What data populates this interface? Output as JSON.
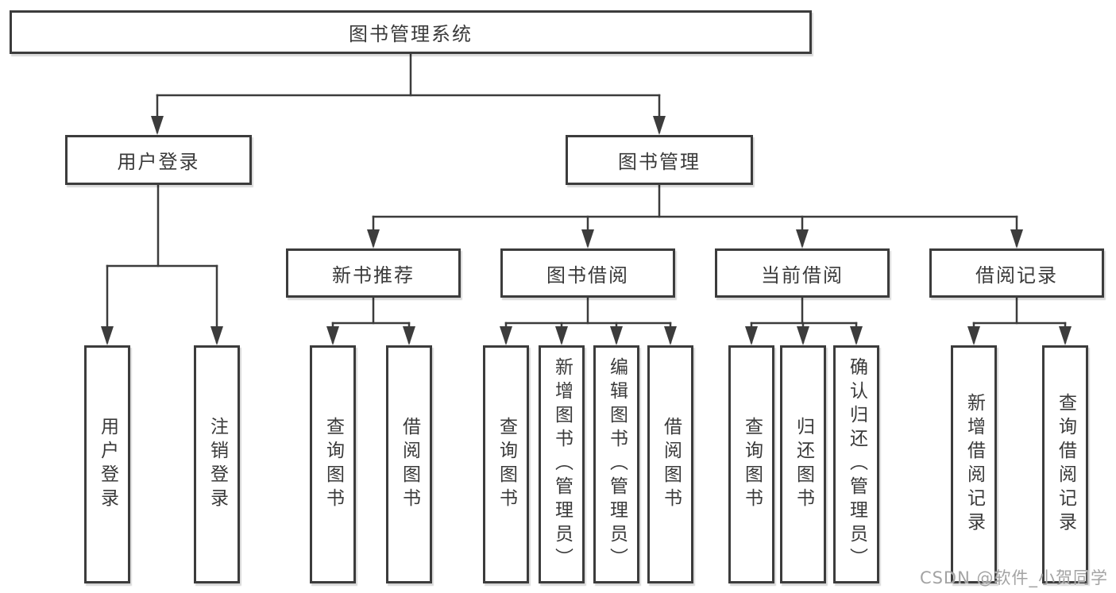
{
  "diagram_type": "hierarchy-tree",
  "colors": {
    "line": "#3c3c3c",
    "box_border": "#3c3c3c",
    "text": "#3a3a3a",
    "watermark": "#9e9e9e",
    "background": "#ffffff"
  },
  "tree": {
    "root": {
      "label": "图书管理系统",
      "children": [
        {
          "label": "用户登录",
          "children": [
            {
              "label": "用户登录"
            },
            {
              "label": "注销登录"
            }
          ]
        },
        {
          "label": "图书管理",
          "children": [
            {
              "label": "新书推荐",
              "children": [
                {
                  "label": "查询图书"
                },
                {
                  "label": "借阅图书"
                }
              ]
            },
            {
              "label": "图书借阅",
              "children": [
                {
                  "label": "查询图书"
                },
                {
                  "label": "新增图书（管理员）"
                },
                {
                  "label": "编辑图书（管理员）"
                },
                {
                  "label": "借阅图书"
                }
              ]
            },
            {
              "label": "当前借阅",
              "children": [
                {
                  "label": "查询图书"
                },
                {
                  "label": "归还图书"
                },
                {
                  "label": "确认归还（管理员）"
                }
              ]
            },
            {
              "label": "借阅记录",
              "children": [
                {
                  "label": "新增借阅记录"
                },
                {
                  "label": "查询借阅记录"
                }
              ]
            }
          ]
        }
      ]
    }
  },
  "watermark": {
    "text": "CSDN @软件_小贺同学"
  }
}
